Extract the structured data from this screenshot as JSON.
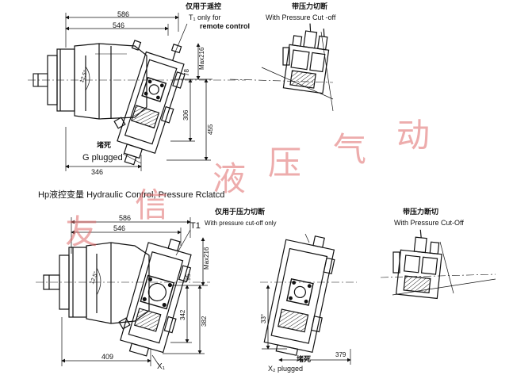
{
  "top_view": {
    "dim_586": "586",
    "dim_546": "546",
    "dim_346": "346",
    "dim_max216": "Max216",
    "dim_78": "78",
    "dim_306": "306",
    "dim_455": "455",
    "angle": "12.5°",
    "remote_cn": "仅用于遥控",
    "remote_t1": "T₁ only for",
    "remote_en": "remote control",
    "plugged_cn": "堵死",
    "plugged_en": "G  plugged"
  },
  "top_right": {
    "title_cn": "带压力切断",
    "title_en": "With Pressure Cut -off"
  },
  "section_title": "Hp液控变量   Hydraulic Control, Pressure Rclatcd",
  "bottom_view": {
    "dim_586": "586",
    "dim_546": "546",
    "dim_409": "409",
    "dim_max216": "Max216",
    "dim_95": "95",
    "dim_342": "342",
    "dim_382": "382",
    "angle": "12.5°",
    "t1": "T1",
    "x1": "X₁"
  },
  "bottom_mid": {
    "title_cn": "仅用于压力切断",
    "title_en": "With pressure cut-off only",
    "dim_33": "33°",
    "dim_379": "379",
    "plugged_cn": "堵死",
    "plugged_en": "X₂  plugged"
  },
  "bottom_right": {
    "title_cn": "带压力断切",
    "title_en": "With Pressure Cut-Off"
  },
  "watermark": {
    "c1": "友",
    "c2": "信",
    "c3": "液",
    "c4": "压",
    "c5": "气",
    "c6": "动"
  }
}
